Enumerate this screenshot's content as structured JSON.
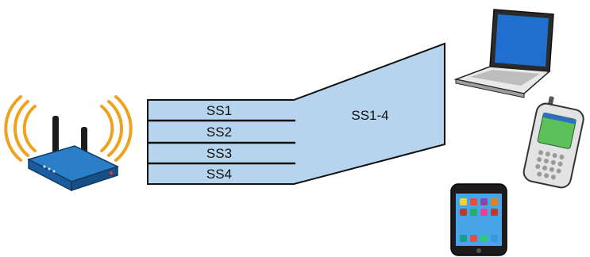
{
  "streams": [
    "SS1",
    "SS2",
    "SS3",
    "SS4"
  ],
  "combined_label": "SS1-4",
  "icons": {
    "source": "wifi-router-icon",
    "devices": [
      "laptop-icon",
      "pda-phone-icon",
      "smartphone-icon"
    ]
  },
  "colors": {
    "stream_fill": "#b6d4ee",
    "stroke": "#111111",
    "router_body": "#2b7fc9",
    "wifi_waves": "#f0a21e",
    "laptop_screen": "#1f6fd0",
    "phone_screen": "#48a6e8"
  }
}
